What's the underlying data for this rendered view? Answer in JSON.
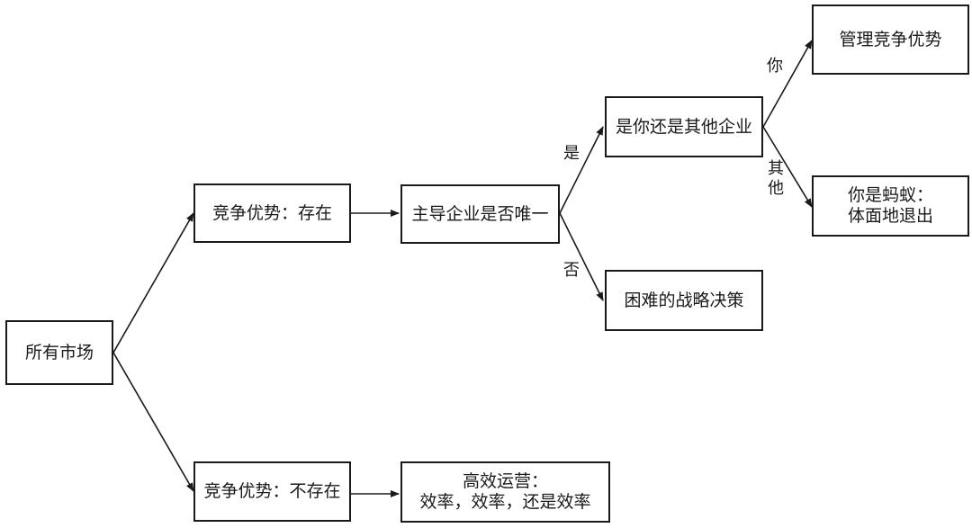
{
  "nodes": {
    "all_markets": "所有市场",
    "advantage_exists": "竞争优势：存在",
    "advantage_absent": "竞争优势：不存在",
    "unique_leader": "主导企业是否唯一",
    "you_or_other": "是你还是其他企业",
    "difficult_decision": "困难的战略决策",
    "efficient_ops_line1": "高效运营：",
    "efficient_ops_line2": "效率，效率，还是效率",
    "manage_advantage": "管理竞争优势",
    "you_are_ant_line1": "你是蚂蚁：",
    "you_are_ant_line2": "体面地退出"
  },
  "edges": {
    "yes": "是",
    "no": "否",
    "you": "你",
    "other_1": "其",
    "other_2": "他"
  }
}
